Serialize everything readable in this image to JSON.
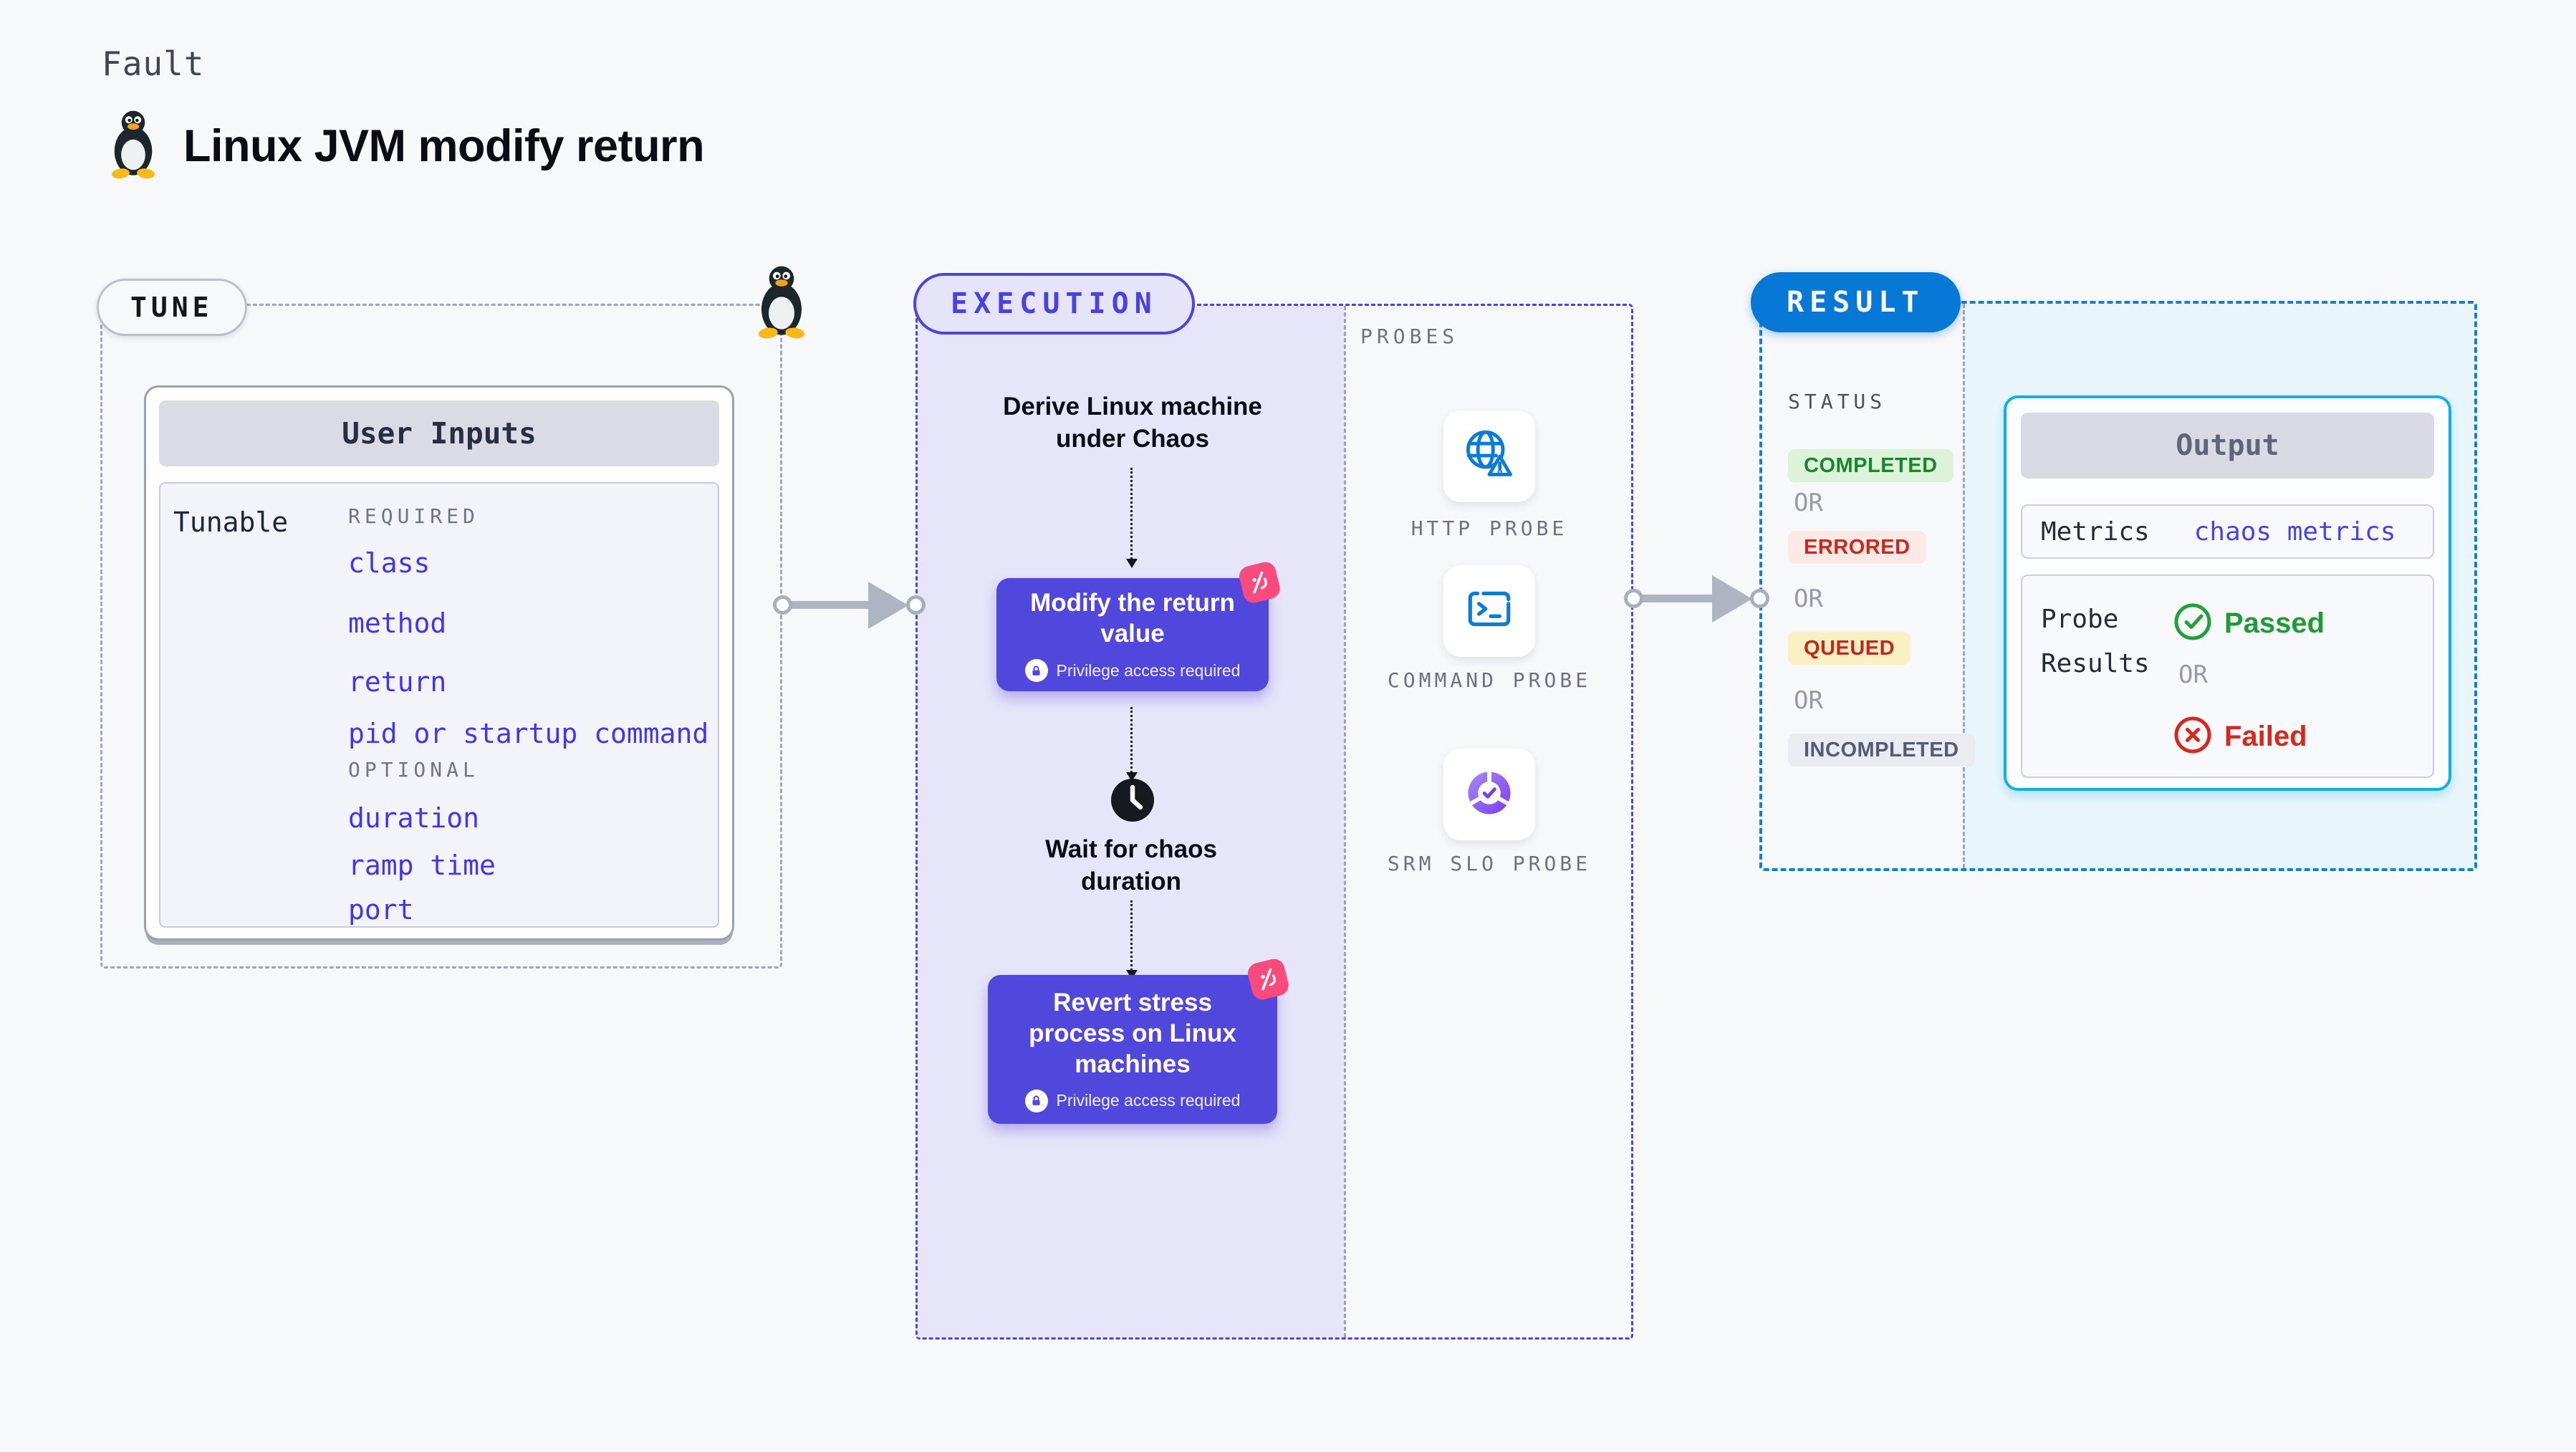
{
  "header": {
    "eyebrow": "Fault",
    "title": "Linux JVM modify return",
    "title_icon": "tux-penguin-icon"
  },
  "tune": {
    "label": "TUNE",
    "corner_icon": "tux-penguin-icon",
    "card": {
      "title": "User Inputs",
      "row_label": "Tunable",
      "groups": [
        {
          "heading": "REQUIRED",
          "items": [
            "class",
            "method",
            "return",
            "pid or startup command"
          ]
        },
        {
          "heading": "OPTIONAL",
          "items": [
            "duration",
            "ramp time",
            "port"
          ]
        }
      ]
    }
  },
  "execution": {
    "label": "EXECUTION",
    "derive_text": "Derive Linux machine under Chaos",
    "wait_text": "Wait for chaos duration",
    "wait_icon": "clock-icon",
    "nodes": [
      {
        "title": "Modify the return value",
        "note": "Privilege access required",
        "badge_icon": "chaos-badge-icon",
        "note_icon": "lock-icon"
      },
      {
        "title": "Revert stress process on Linux machines",
        "note": "Privilege access required",
        "badge_icon": "chaos-badge-icon",
        "note_icon": "lock-icon"
      }
    ]
  },
  "probes": {
    "label": "PROBES",
    "items": [
      {
        "name": "HTTP PROBE",
        "icon": "globe-alert-icon"
      },
      {
        "name": "COMMAND PROBE",
        "icon": "terminal-icon"
      },
      {
        "name": "SRM SLO PROBE",
        "icon": "slo-pie-check-icon"
      }
    ]
  },
  "result": {
    "label": "RESULT",
    "status": {
      "heading": "STATUS",
      "or_label": "OR",
      "items": [
        {
          "label": "COMPLETED",
          "fg": "#17862C",
          "bg": "#DCF3DA"
        },
        {
          "label": "ERRORED",
          "fg": "#C9281E",
          "bg": "#FBE9E5"
        },
        {
          "label": "QUEUED",
          "fg": "#C0281E",
          "bg": "#FBEFC4"
        },
        {
          "label": "INCOMPLETED",
          "fg": "#555B77",
          "bg": "#EBEBF2"
        }
      ]
    },
    "output": {
      "title": "Output",
      "metrics": {
        "label": "Metrics",
        "value": "chaos metrics"
      },
      "probe_results": {
        "label": "Probe Results",
        "passed": "Passed",
        "passed_icon": "check-circle-icon",
        "or_label": "OR",
        "failed": "Failed",
        "failed_icon": "x-circle-icon"
      }
    }
  },
  "colors": {
    "page_bg": "#F7F8FA",
    "indigo_accent": "#4C44DE",
    "lavender_bg": "#E7E5F9",
    "node_bg": "#5247DC",
    "pink_badge": "#FB4A7D",
    "brand_blue": "#0778D5",
    "result_dash_blue": "#0F80D2",
    "cyan_bg": "#E8F6FC",
    "cyan_border": "#0CB1E8",
    "input_link_blue": "#4334EE",
    "passed_green": "#1E9B34",
    "failed_red": "#D6281E",
    "probe_icon_blue": "#0A7CD7",
    "gray_dash": "#A2A7B3"
  }
}
